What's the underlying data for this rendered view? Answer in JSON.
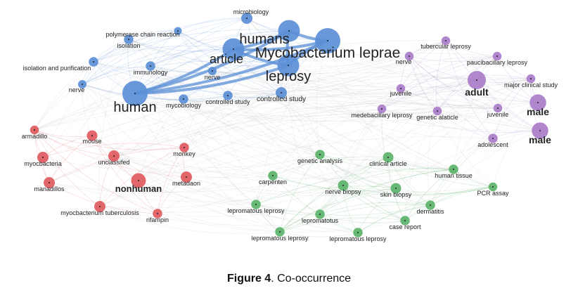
{
  "caption": {
    "label": "Figure 4",
    "text": ". Co-occurrence"
  },
  "colors": {
    "blue": "#5b8fd6",
    "red": "#e05a5f",
    "green": "#5cb36a",
    "purple": "#a97cc8",
    "edge": "#b8b8b8"
  },
  "nodes": [
    {
      "id": "microbiology",
      "label": "microbiology",
      "cluster": "blue",
      "weight": 2
    },
    {
      "id": "polymerase chain reaction",
      "label": "polymerase chain reaction",
      "cluster": "blue",
      "weight": 1
    },
    {
      "id": "isolation",
      "label": "isolation",
      "cluster": "blue",
      "weight": 1.5
    },
    {
      "id": "humans",
      "label": "humans",
      "cluster": "blue",
      "weight": 5
    },
    {
      "id": "mycobacterium leprae",
      "label": "Mycobacterium leprae",
      "cluster": "blue",
      "weight": 6
    },
    {
      "id": "article",
      "label": "article",
      "cluster": "blue",
      "weight": 5
    },
    {
      "id": "isolation and purification",
      "label": "isolation and purification",
      "cluster": "blue",
      "weight": 1.5
    },
    {
      "id": "immunology",
      "label": "immunology",
      "cluster": "blue",
      "weight": 1.5
    },
    {
      "id": "nerve1",
      "label": "nerve",
      "cluster": "blue",
      "weight": 1.2
    },
    {
      "id": "leprosy",
      "label": "leprosy",
      "cluster": "blue",
      "weight": 5
    },
    {
      "id": "nerve2",
      "label": "nerve",
      "cluster": "blue",
      "weight": 1.2
    },
    {
      "id": "human",
      "label": "human",
      "cluster": "blue",
      "weight": 6
    },
    {
      "id": "mycobiology",
      "label": "mycobiology",
      "cluster": "blue",
      "weight": 1.5
    },
    {
      "id": "controlled study1",
      "label": "controlled study",
      "cluster": "blue",
      "weight": 1.5
    },
    {
      "id": "controlled study2",
      "label": "controlled study",
      "cluster": "blue",
      "weight": 2
    },
    {
      "id": "tubercular leprosy",
      "label": "tubercular leprosy",
      "cluster": "purple",
      "weight": 1.3
    },
    {
      "id": "nerve3",
      "label": "nerve",
      "cluster": "purple",
      "weight": 1.3
    },
    {
      "id": "paucibacillary leprosy",
      "label": "paucibacillary leprosy",
      "cluster": "purple",
      "weight": 1.3
    },
    {
      "id": "adult",
      "label": "adult",
      "cluster": "purple",
      "weight": 4
    },
    {
      "id": "major clinical study",
      "label": "major clinical study",
      "cluster": "purple",
      "weight": 1.3
    },
    {
      "id": "juvenile1",
      "label": "juvenile",
      "cluster": "purple",
      "weight": 1.3
    },
    {
      "id": "male1",
      "label": "male",
      "cluster": "purple",
      "weight": 3.5
    },
    {
      "id": "medebacillary leprosy",
      "label": "medebacillary leprosy",
      "cluster": "purple",
      "weight": 1.3
    },
    {
      "id": "genetic alaticle",
      "label": "genetic alaticle",
      "cluster": "purple",
      "weight": 1.3
    },
    {
      "id": "juvenile2",
      "label": "juvenile",
      "cluster": "purple",
      "weight": 1.3
    },
    {
      "id": "male2",
      "label": "male",
      "cluster": "purple",
      "weight": 3.5
    },
    {
      "id": "adolescent",
      "label": "adolescent",
      "cluster": "purple",
      "weight": 1.5
    },
    {
      "id": "armadillo",
      "label": "armadillo",
      "cluster": "red",
      "weight": 1.3
    },
    {
      "id": "mouse",
      "label": "mouse",
      "cluster": "red",
      "weight": 1.8
    },
    {
      "id": "monkey",
      "label": "monkey",
      "cluster": "red",
      "weight": 1.5
    },
    {
      "id": "myocbacteria",
      "label": "myocbacteria",
      "cluster": "red",
      "weight": 2
    },
    {
      "id": "unclassifed",
      "label": "unclassifed",
      "cluster": "red",
      "weight": 2
    },
    {
      "id": "nonhuman",
      "label": "nonhuman",
      "cluster": "red",
      "weight": 3
    },
    {
      "id": "metadaon",
      "label": "metadaon",
      "cluster": "red",
      "weight": 2
    },
    {
      "id": "manadillos",
      "label": "manadillos",
      "cluster": "red",
      "weight": 2
    },
    {
      "id": "myocbacterium tuberculosis",
      "label": "myocbacterium tuberculosis",
      "cluster": "red",
      "weight": 2
    },
    {
      "id": "rifampin",
      "label": "rifampin",
      "cluster": "red",
      "weight": 1.5
    },
    {
      "id": "genetic analysis",
      "label": "genetic analysis",
      "cluster": "green",
      "weight": 1.5
    },
    {
      "id": "clinical article",
      "label": "clinical article",
      "cluster": "green",
      "weight": 1.8
    },
    {
      "id": "human tissue",
      "label": "human tissue",
      "cluster": "green",
      "weight": 1.5
    },
    {
      "id": "carpenten",
      "label": "carpenten",
      "cluster": "green",
      "weight": 1.5
    },
    {
      "id": "nerve biopsy",
      "label": "nerve biopsy",
      "cluster": "green",
      "weight": 1.8
    },
    {
      "id": "skin biopsy",
      "label": "skin biopsy",
      "cluster": "green",
      "weight": 1.8
    },
    {
      "id": "pcr assay",
      "label": "PCR assay",
      "cluster": "green",
      "weight": 1.3
    },
    {
      "id": "lepromatous leprosy1",
      "label": "lepromatous leprosy",
      "cluster": "green",
      "weight": 1.5
    },
    {
      "id": "dermatitis",
      "label": "dermatitis",
      "cluster": "green",
      "weight": 1.5
    },
    {
      "id": "lepromatotus",
      "label": "lepromatotus",
      "cluster": "green",
      "weight": 1.5
    },
    {
      "id": "case report",
      "label": "case report",
      "cluster": "green",
      "weight": 1.5
    },
    {
      "id": "lepromatous leprosy2",
      "label": "lepromatous leprosy",
      "cluster": "green",
      "weight": 1.5
    },
    {
      "id": "lepromatous leprosy3",
      "label": "lepromatous leprosy",
      "cluster": "green",
      "weight": 1.5
    }
  ],
  "strong_links": [
    [
      "human",
      "article"
    ],
    [
      "human",
      "humans"
    ],
    [
      "human",
      "mycobacterium leprae"
    ],
    [
      "human",
      "leprosy"
    ],
    [
      "article",
      "mycobacterium leprae"
    ],
    [
      "humans",
      "mycobacterium leprae"
    ],
    [
      "article",
      "leprosy"
    ],
    [
      "humans",
      "leprosy"
    ],
    [
      "mycobacterium leprae",
      "leprosy"
    ],
    [
      "article",
      "humans"
    ]
  ]
}
